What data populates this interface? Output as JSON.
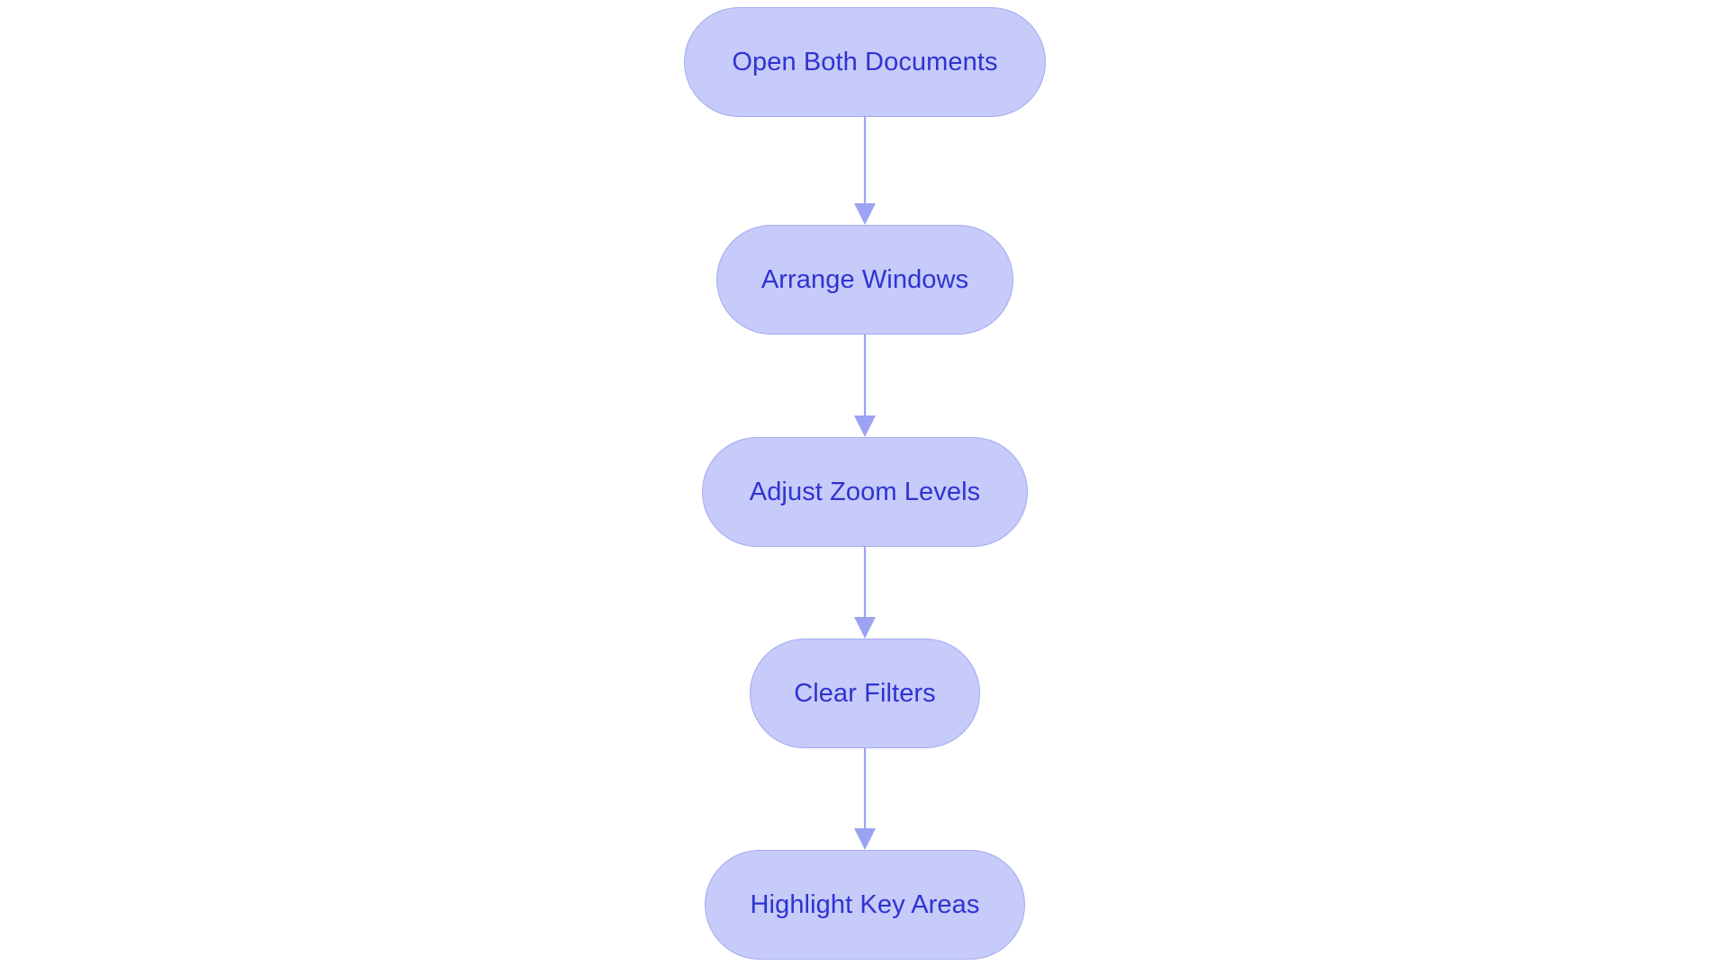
{
  "diagram": {
    "type": "flowchart",
    "orientation": "vertical-top-to-bottom",
    "background_color": "#FFFFFF",
    "node_fill_color": "#C6CBFA",
    "node_border_color": "#A3AAF0",
    "node_text_color": "#2F33D0",
    "edge_color": "#9BA3F2",
    "node_shape": "stadium",
    "nodes": [
      {
        "id": "n1",
        "label": "Open Both Documents"
      },
      {
        "id": "n2",
        "label": "Arrange Windows"
      },
      {
        "id": "n3",
        "label": "Adjust Zoom Levels"
      },
      {
        "id": "n4",
        "label": "Clear Filters"
      },
      {
        "id": "n5",
        "label": "Highlight Key Areas"
      }
    ],
    "edges": [
      {
        "from": "n1",
        "to": "n2",
        "label": ""
      },
      {
        "from": "n2",
        "to": "n3",
        "label": ""
      },
      {
        "from": "n3",
        "to": "n4",
        "label": ""
      },
      {
        "from": "n4",
        "to": "n5",
        "label": ""
      }
    ]
  }
}
